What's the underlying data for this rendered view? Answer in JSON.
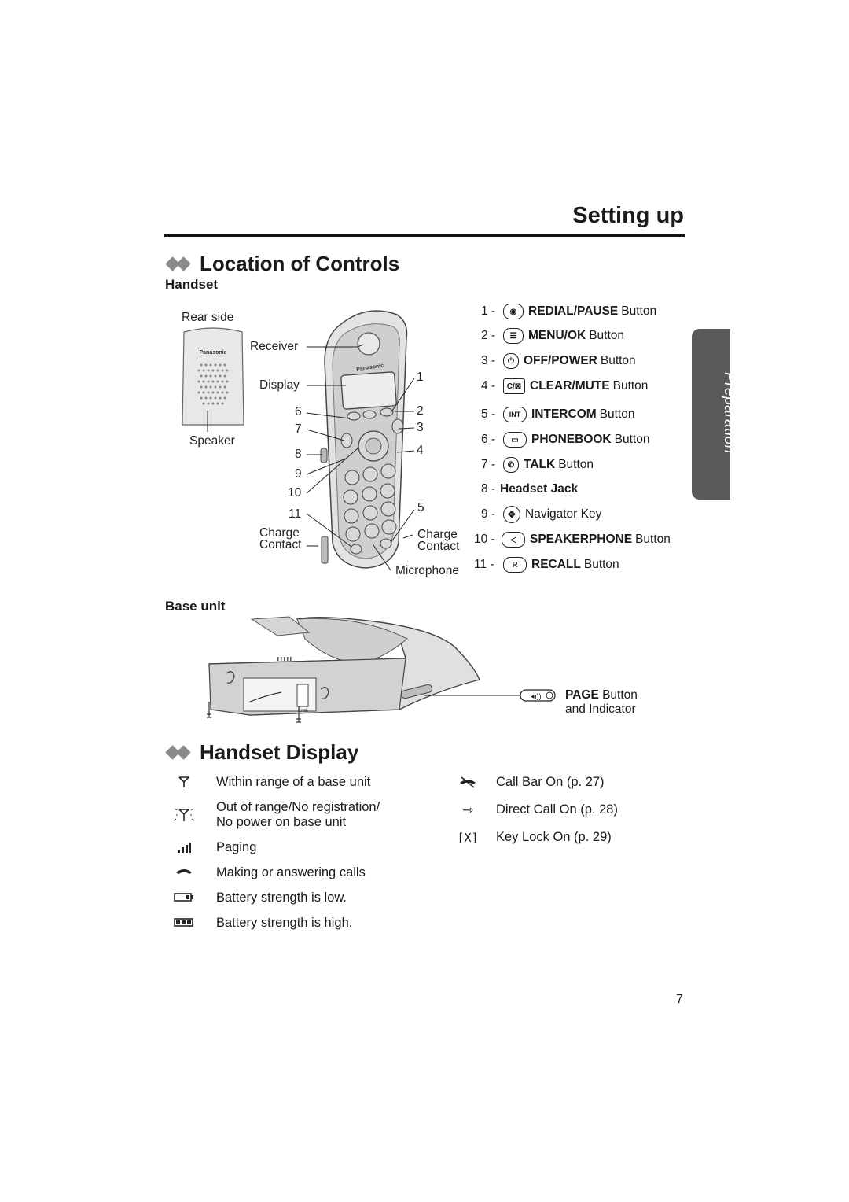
{
  "header": {
    "title": "Setting up"
  },
  "sections": {
    "location": {
      "title": "Location of Controls"
    },
    "handset_sub": "Handset",
    "base_sub": "Base unit",
    "display": {
      "title": "Handset Display"
    }
  },
  "handset_diagram": {
    "rear_side": "Rear side",
    "speaker": "Speaker",
    "brand": "Panasonic",
    "receiver": "Receiver",
    "display": "Display",
    "charge_contact_left_1": "Charge",
    "charge_contact_left_2": "Contact",
    "charge_contact_right_1": "Charge",
    "charge_contact_right_2": "Contact",
    "microphone": "Microphone",
    "callouts_left": [
      "6",
      "7",
      "8",
      "9",
      "10",
      "11"
    ],
    "callouts_right": [
      "1",
      "2",
      "3",
      "4",
      "5"
    ]
  },
  "controls": [
    {
      "num": "1 -",
      "icon_name": "redial-pause-icon",
      "icon": "◉",
      "name": "REDIAL/PAUSE",
      "suffix": "Button"
    },
    {
      "num": "2 -",
      "icon_name": "menu-ok-icon",
      "icon": "☰",
      "name": "MENU/OK",
      "suffix": "Button"
    },
    {
      "num": "3 -",
      "icon_name": "off-power-icon",
      "icon": "⏻",
      "name": "OFF/POWER",
      "suffix": "Button"
    },
    {
      "num": "4 -",
      "icon_name": "clear-mute-icon",
      "icon": "C/⊠",
      "name": "CLEAR/MUTE",
      "suffix": "Button"
    },
    {
      "num": "5 -",
      "icon_name": "intercom-icon",
      "icon": "INT",
      "name": "INTERCOM",
      "suffix": "Button"
    },
    {
      "num": "6 -",
      "icon_name": "phonebook-icon",
      "icon": "▭",
      "name": "PHONEBOOK",
      "suffix": "Button"
    },
    {
      "num": "7 -",
      "icon_name": "talk-icon",
      "icon": "✆",
      "name": "TALK",
      "suffix": "Button"
    },
    {
      "num": "8 -",
      "icon_name": "",
      "icon": "",
      "name": "Headset Jack",
      "suffix": ""
    },
    {
      "num": "9 -",
      "icon_name": "navigator-icon",
      "icon": "✥",
      "name": "",
      "suffix": "Navigator Key"
    },
    {
      "num": "10 -",
      "icon_name": "speakerphone-icon",
      "icon": "◁",
      "name": "SPEAKERPHONE",
      "suffix": "Button"
    },
    {
      "num": "11 -",
      "icon_name": "recall-icon",
      "icon": "R",
      "name": "RECALL",
      "suffix": "Button"
    }
  ],
  "base_diagram": {
    "page_button_name": "PAGE",
    "page_button_suffix": "Button",
    "page_button_line2": "and Indicator",
    "line_label": "LINE"
  },
  "display_items_left": [
    {
      "icon_name": "antenna-icon",
      "text": "Within range of a base unit"
    },
    {
      "icon_name": "antenna-flashing-icon",
      "text": "Out of range/No registration/",
      "text2": "No power on base unit"
    },
    {
      "icon_name": "paging-icon",
      "text": "Paging"
    },
    {
      "icon_name": "handset-icon",
      "text": "Making or answering calls"
    },
    {
      "icon_name": "battery-low-icon",
      "text": "Battery strength is low."
    },
    {
      "icon_name": "battery-high-icon",
      "text": "Battery strength is high."
    }
  ],
  "display_items_right": [
    {
      "icon_name": "call-bar-icon",
      "text": "Call Bar On (p. 27)"
    },
    {
      "icon_name": "direct-call-icon",
      "icon": "⇾",
      "text": "Direct Call On (p. 28)"
    },
    {
      "icon_name": "key-lock-icon",
      "icon": "[X]",
      "text": "Key Lock On (p. 29)"
    }
  ],
  "side_tab": "Preparation",
  "page_number": "7"
}
